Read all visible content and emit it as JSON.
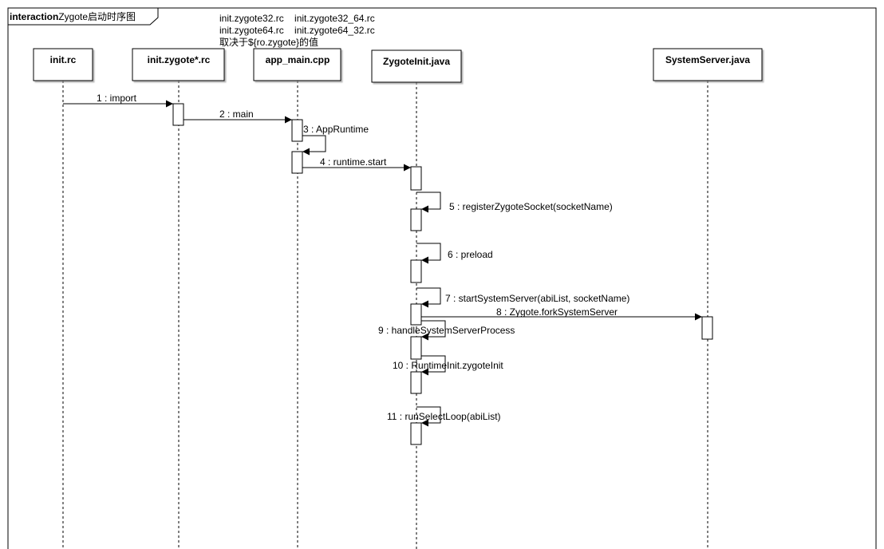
{
  "frame": {
    "keyword": "interaction",
    "name": "Zygote启动时序图"
  },
  "note": {
    "lines": [
      "init.zygote32.rc    init.zygote32_64.rc",
      "init.zygote64.rc    init.zygote64_32.rc",
      "取决于${ro.zygote}的值"
    ]
  },
  "lifelines": [
    {
      "id": "init_rc",
      "label": "init.rc"
    },
    {
      "id": "init_zygote_rc",
      "label": "init.zygote*.rc"
    },
    {
      "id": "app_main",
      "label": "app_main.cpp"
    },
    {
      "id": "zygote_init",
      "label": "ZygoteInit.java"
    },
    {
      "id": "system_server",
      "label": "SystemServer.java"
    }
  ],
  "messages": [
    {
      "label": "1 : import"
    },
    {
      "label": "2 : main"
    },
    {
      "label": "3 : AppRuntime"
    },
    {
      "label": "4 : runtime.start"
    },
    {
      "label": "5 : registerZygoteSocket(socketName)"
    },
    {
      "label": "6 : preload"
    },
    {
      "label": "7 : startSystemServer(abiList, socketName)"
    },
    {
      "label": "8 : Zygote.forkSystemServer"
    },
    {
      "label": "9 : handleSystemServerProcess"
    },
    {
      "label": "10 : RuntimeInit.zygoteInit"
    },
    {
      "label": "11 : runSelectLoop(abiList)"
    }
  ]
}
